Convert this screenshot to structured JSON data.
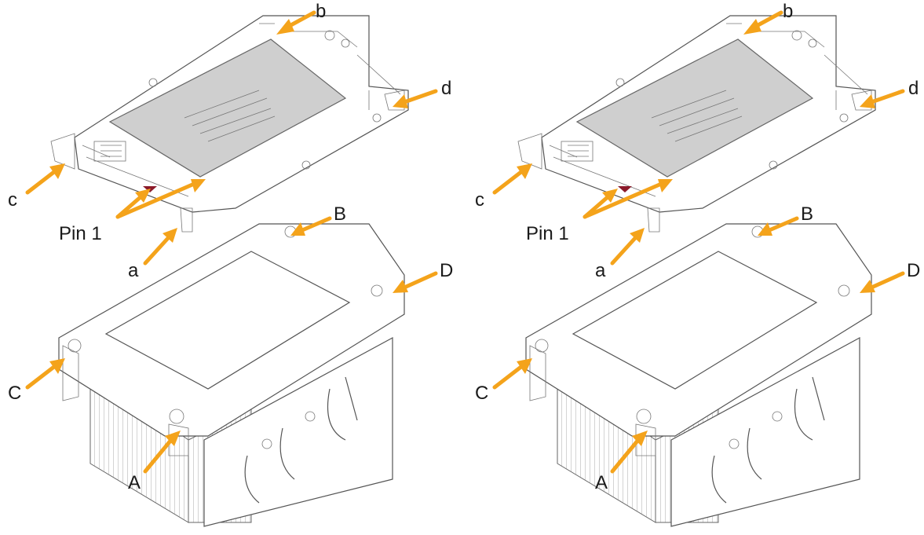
{
  "colors": {
    "arrow": "#f4a31b",
    "pin1_marker": "#8b1a2a",
    "chip": "#cfcfcf",
    "outline": "#555555"
  },
  "panels": [
    {
      "id": "left",
      "labels": {
        "a": "a",
        "b": "b",
        "c": "c",
        "d": "d",
        "pin1": "Pin 1",
        "A": "A",
        "B": "B",
        "C": "C",
        "D": "D"
      }
    },
    {
      "id": "right",
      "labels": {
        "a": "a",
        "b": "b",
        "c": "c",
        "d": "d",
        "pin1": "Pin 1",
        "A": "A",
        "B": "B",
        "C": "C",
        "D": "D"
      }
    }
  ]
}
